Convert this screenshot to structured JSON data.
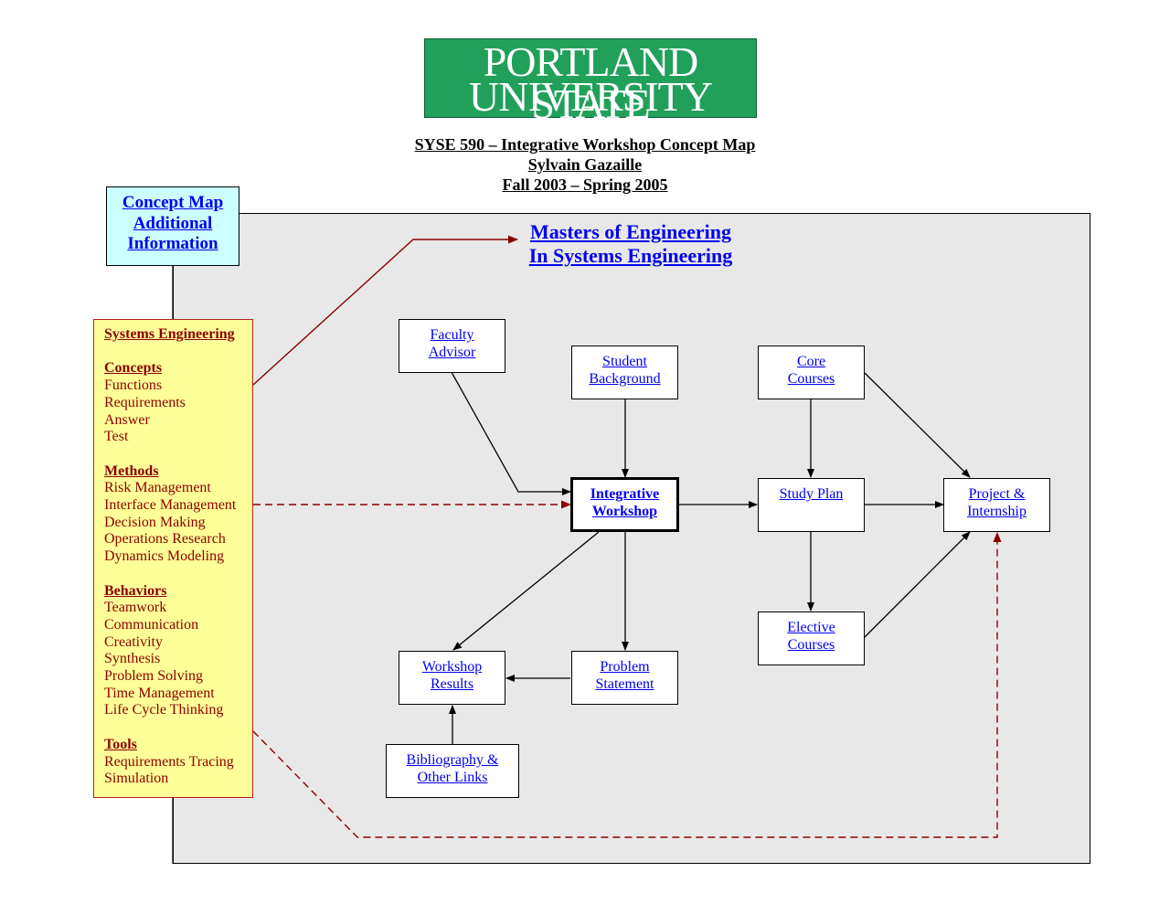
{
  "logo": {
    "line1": "PORTLAND STATE",
    "line2": "UNIVERSITY"
  },
  "header": {
    "title": "SYSE 590 – Integrative Workshop Concept Map",
    "author": "Sylvain Gazaille",
    "term": "Fall 2003 – Spring 2005"
  },
  "info_link": {
    "line1": "Concept Map",
    "line2": "Additional",
    "line3": "Information"
  },
  "masters": {
    "line1": "Masters of Engineering",
    "line2": "In Systems Engineering"
  },
  "se_box": {
    "title": "Systems Engineering",
    "concepts": {
      "heading": "Concepts",
      "items": [
        "Functions",
        "Requirements",
        "Answer",
        "Test"
      ]
    },
    "methods": {
      "heading": "Methods",
      "items": [
        "Risk Management",
        "Interface Management",
        "Decision Making",
        "Operations Research",
        "Dynamics Modeling"
      ]
    },
    "behaviors": {
      "heading": "Behaviors",
      "items": [
        "Teamwork",
        "Communication",
        "Creativity",
        "Synthesis",
        "Problem Solving",
        "Time Management",
        "Life Cycle Thinking"
      ]
    },
    "tools": {
      "heading": "Tools",
      "items": [
        "Requirements Tracing",
        "Simulation"
      ]
    }
  },
  "nodes": {
    "faculty_advisor": {
      "line1": "Faculty",
      "line2": "Advisor"
    },
    "student_background": {
      "line1": "Student",
      "line2": "Background"
    },
    "core_courses": {
      "line1": "Core",
      "line2": "Courses"
    },
    "integrative_workshop": {
      "line1": "Integrative",
      "line2": "Workshop"
    },
    "study_plan": {
      "line1": "Study Plan",
      "line2": ""
    },
    "project_internship": {
      "line1": "Project &",
      "line2": "Internship"
    },
    "elective_courses": {
      "line1": "Elective",
      "line2": "Courses"
    },
    "workshop_results": {
      "line1": "Workshop",
      "line2": "Results"
    },
    "problem_statement": {
      "line1": "Problem",
      "line2": "Statement"
    },
    "bibliography": {
      "line1": "Bibliography &",
      "line2": "Other Links"
    }
  },
  "colors": {
    "logo_green": "#21a05a",
    "link_blue": "#0000ee",
    "dark_red": "#8b0000",
    "panel_gray": "#e8e8e8",
    "info_cyan": "#ccffff",
    "se_yellow": "#ffff99"
  }
}
